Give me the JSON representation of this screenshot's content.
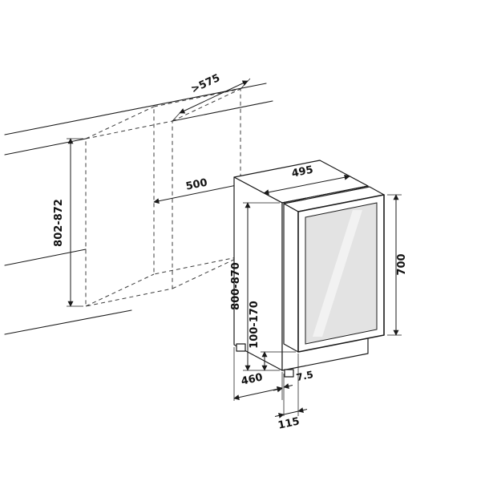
{
  "diagram": {
    "kind": "built-in appliance installation drawing",
    "dims": {
      "niche_depth": ">575",
      "niche_width": "500",
      "niche_height": "802-872",
      "appliance_width": "495",
      "appliance_height": "800-870",
      "leg_height": "100-170",
      "door_glass_height": "700",
      "body_depth": "460",
      "rear_gap": "7.5",
      "door_depth": "115"
    },
    "colors": {
      "line": "#1a1a1a",
      "niche_shade": "#d7d7d7",
      "glass": "#e3e3e3",
      "glass_highlight": "#ffffff",
      "background": "#ffffff"
    }
  }
}
